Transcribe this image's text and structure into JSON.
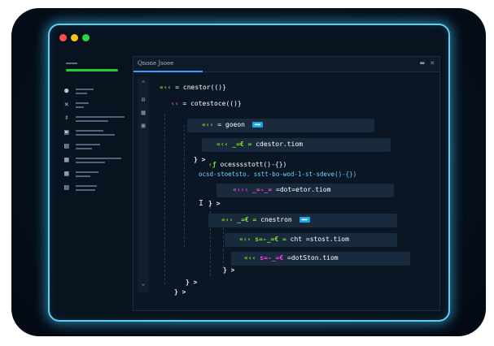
{
  "window": {
    "traffic_lights": [
      "close",
      "minimize",
      "zoom"
    ],
    "colors": {
      "accent": "#5ad0f0",
      "green": "#7be02a",
      "magenta": "#f04ad8",
      "badge": "#1aa6e6"
    }
  },
  "sidebar": {
    "items": [
      {
        "icon": "circle-icon"
      },
      {
        "icon": "tools-icon"
      },
      {
        "icon": "hash-icon"
      },
      {
        "icon": "database-icon"
      },
      {
        "icon": "book-icon"
      },
      {
        "icon": "list-icon"
      },
      {
        "icon": "grid-icon"
      },
      {
        "icon": "menu-icon"
      }
    ]
  },
  "editor": {
    "tab_title": "Qnone Jsoee",
    "gutter_icons": [
      "chevron-up-icon",
      "settings-icon",
      "grid-icon",
      "save-icon",
      "chevron-down-icon"
    ],
    "lines": {
      "l1_prefix": "«‹‹",
      "l1_text": "= cnestor(()}",
      "l2_prefix": "‹‹",
      "l2_text": "= cotestoce(()}",
      "l3_prefix": "«‹‹",
      "l3_text": "= goeon",
      "l4_prefix": "«‹‹",
      "l4_mid": "_=€ = ",
      "l4_text": "cdestor.tiom",
      "l5_bracket": "} >",
      "l6_prefix": "‹ƒ",
      "l6_text": "ocesssstott()-{})",
      "l7_text": "ocsd-stoetsto. sstt-bo-wod-1-st-sdeve()-{})",
      "l8_prefix": "«‹‹‹",
      "l8_mid": "_=-_= ",
      "l8_text": "=dot=etor.tiom",
      "l9_bracket": "} >",
      "l10_prefix": "«‹‹",
      "l10_mid": "_=€ = ",
      "l10_text": "cnestron",
      "l11_prefix": "«‹‹",
      "l11_mid": "s=-_=€ = ",
      "l11_text": "cht =stost.tiom",
      "l12_prefix": "«‹‹",
      "l12_mid": "s=-_=€ ",
      "l12_text": "=dotSton.tiom",
      "l13_bracket": "} >",
      "l14_bracket": "} >",
      "l15_bracket": "} >"
    }
  }
}
